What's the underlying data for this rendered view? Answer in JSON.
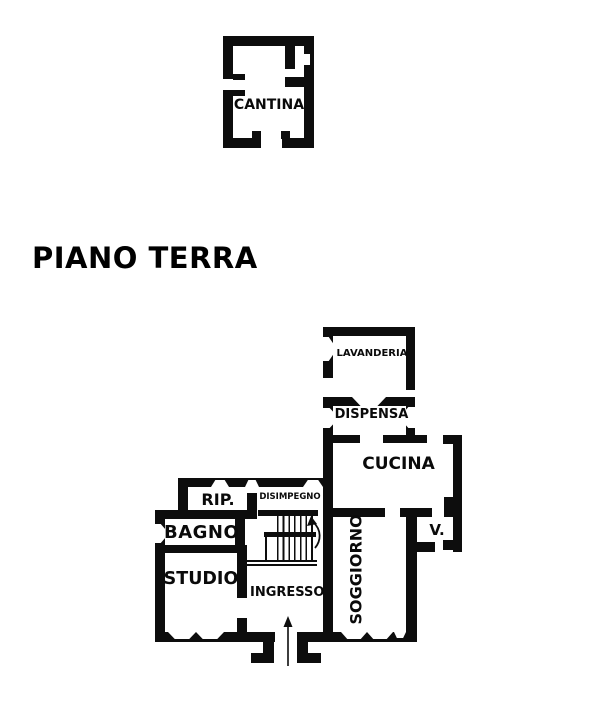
{
  "title": "PIANO TERRA",
  "cantina_plan": {
    "room": "CANTINA"
  },
  "main_plan": {
    "rooms": {
      "lavanderia": "LAVANDERIA",
      "dispensa": "DISPENSA",
      "cucina": "CUCINA",
      "ripostiglio": "RIP.",
      "disimpegno": "DISIMPEGNO",
      "bagno": "BAGNO",
      "vano": "V.",
      "studio": "STUDIO",
      "ingresso": "INGRESSO",
      "soggiorno": "SOGGIORNO"
    }
  },
  "icons": {
    "entrance_arrow": "entrance-direction-arrow",
    "stairs_arrow": "stairs-up-arrow"
  },
  "colors": {
    "wall": "#0d0d0d",
    "background": "#ffffff",
    "text": "#0a0a0a"
  }
}
